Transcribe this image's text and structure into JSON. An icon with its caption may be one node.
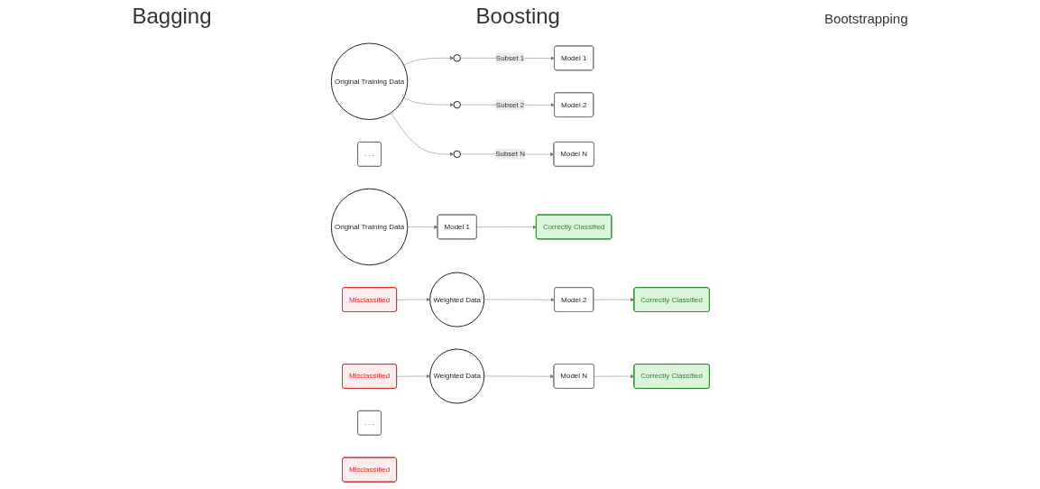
{
  "diagram": {
    "nodes": [
      {
        "text": [
          "Original Training Data"
        ]
      },
      {
        "text": [],
        "shape": "circle"
      },
      {
        "text": [],
        "shape": "circle"
      },
      {
        "text": [],
        "shape": "circle"
      },
      {
        "text": [
          "Model 1"
        ]
      },
      {
        "text": [
          "Model 2"
        ]
      },
      {
        "text": [
          "Model N"
        ]
      },
      {
        "text": [
          ". . ."
        ]
      },
      {
        "text": [
          "Original Training Data"
        ]
      },
      {
        "text": [
          "Model 1"
        ]
      },
      {
        "text": [
          "Correctly Classified"
        ]
      },
      {
        "text": [
          "Misclassified"
        ]
      },
      {
        "text": [
          "Weighted Data"
        ]
      },
      {
        "text": [
          "Model 2"
        ]
      },
      {
        "text": [
          "Correctly Classified"
        ]
      },
      {
        "text": [
          "Misclassified"
        ]
      },
      {
        "text": [
          ". . ."
        ]
      },
      {
        "text": [
          "Weighted Data"
        ]
      },
      {
        "text": [
          "Model N"
        ]
      },
      {
        "text": [
          "Correctly Classified"
        ]
      },
      {
        "text": [
          "Misclassified"
        ]
      }
    ],
    "edges": [
      {
        "from": 0,
        "to": 1,
        "arrow": "to"
      },
      {
        "from": 0,
        "to": 2,
        "arrow": "to"
      },
      {
        "from": 0,
        "to": 3,
        "arrow": "to"
      },
      {
        "from": 1,
        "to": 4,
        "arrow": "to",
        "label": "Subset 1"
      },
      {
        "from": 2,
        "to": 5,
        "arrow": "to",
        "label": "Subset 2"
      },
      {
        "from": 3,
        "to": 6,
        "arrow": "to",
        "label": "Subset N"
      },
      {
        "from": 8,
        "to": 9,
        "arrow": "to"
      },
      {
        "from": 9,
        "to": 10,
        "arrow": "to"
      },
      {
        "from": 11,
        "to": 12,
        "arrow": "to"
      },
      {
        "from": 12,
        "to": 13,
        "arrow": "to"
      },
      {
        "from": 13,
        "to": 14,
        "arrow": "to"
      },
      {
        "from": 15,
        "to": 17,
        "arrow": "to"
      },
      {
        "from": 17,
        "to": 18,
        "arrow": "to"
      },
      {
        "from": 18,
        "to": 19,
        "arrow": "to"
      }
    ],
    "labels": [
      "Bagging",
      "Boosting",
      "Bootstrapping"
    ]
  }
}
